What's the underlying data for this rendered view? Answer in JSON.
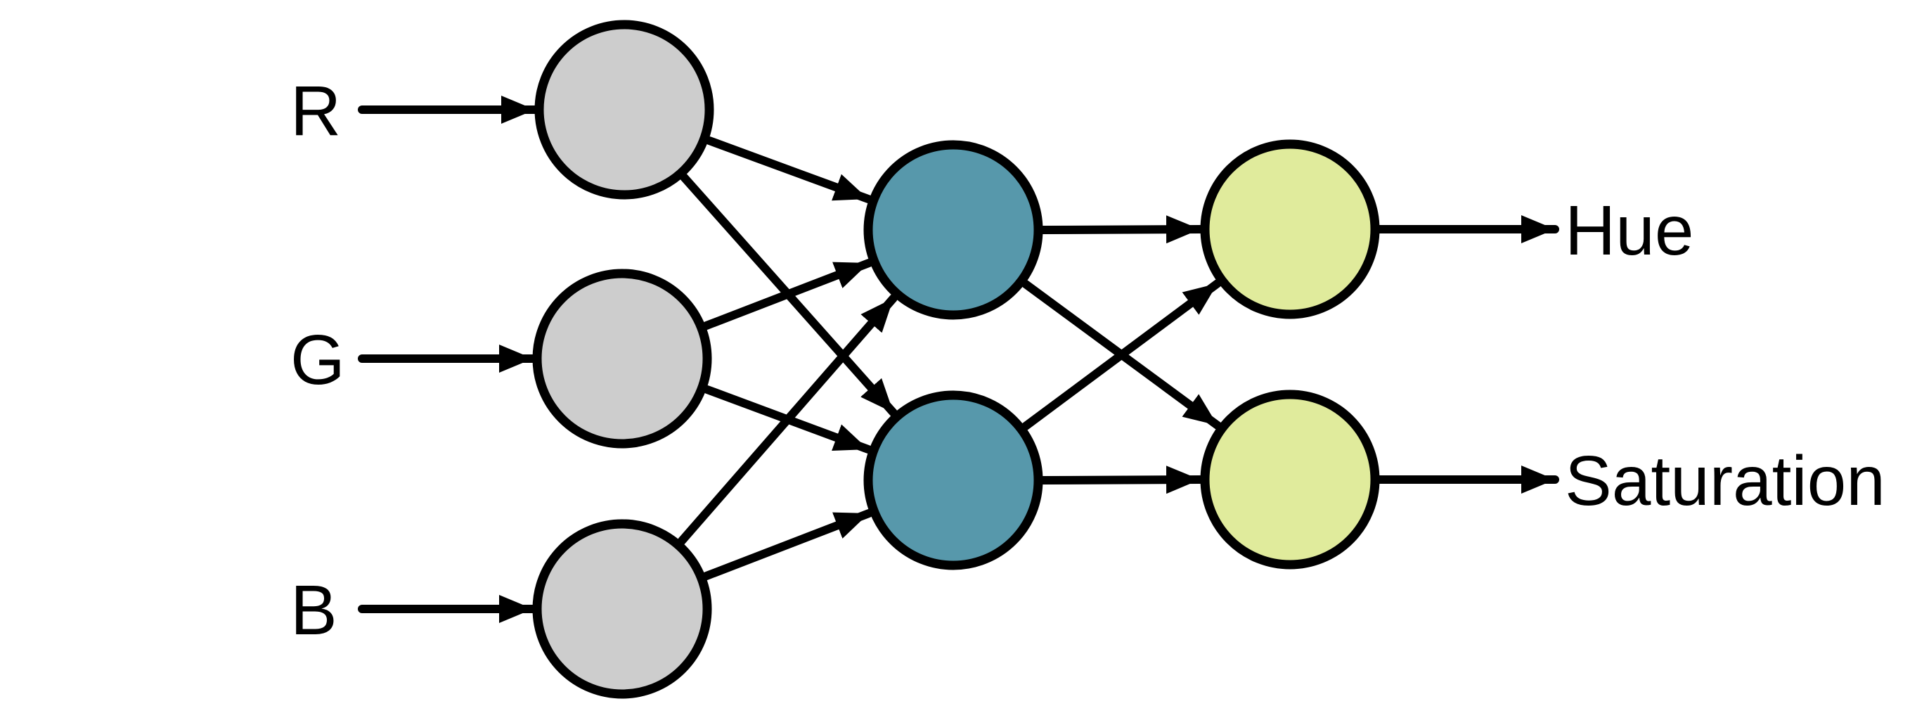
{
  "diagram": {
    "type": "feedforward-neural-network",
    "description": "RGB to Hue/Saturation neural network diagram",
    "background_color": "#ffffff",
    "edge_color": "#000000",
    "node_border_color": "#000000",
    "label_color": "#000000",
    "layers": [
      {
        "name": "input",
        "fill": "#cdcdcd",
        "nodes": [
          {
            "id": "in1",
            "label": "R"
          },
          {
            "id": "in2",
            "label": "G"
          },
          {
            "id": "in3",
            "label": "B"
          }
        ]
      },
      {
        "name": "hidden",
        "fill": "#5798ab",
        "nodes": [
          {
            "id": "h1"
          },
          {
            "id": "h2"
          }
        ]
      },
      {
        "name": "output",
        "fill": "#e0eb9c",
        "nodes": [
          {
            "id": "out1",
            "label": "Hue"
          },
          {
            "id": "out2",
            "label": "Saturation"
          }
        ]
      }
    ],
    "edges": [
      {
        "from": "in1",
        "to": "h1"
      },
      {
        "from": "in1",
        "to": "h2"
      },
      {
        "from": "in2",
        "to": "h1"
      },
      {
        "from": "in2",
        "to": "h2"
      },
      {
        "from": "in3",
        "to": "h1"
      },
      {
        "from": "in3",
        "to": "h2"
      },
      {
        "from": "h1",
        "to": "out1"
      },
      {
        "from": "h1",
        "to": "out2"
      },
      {
        "from": "h2",
        "to": "out1"
      },
      {
        "from": "h2",
        "to": "out2"
      }
    ],
    "connectivity": "fully connected between adjacent layers"
  }
}
